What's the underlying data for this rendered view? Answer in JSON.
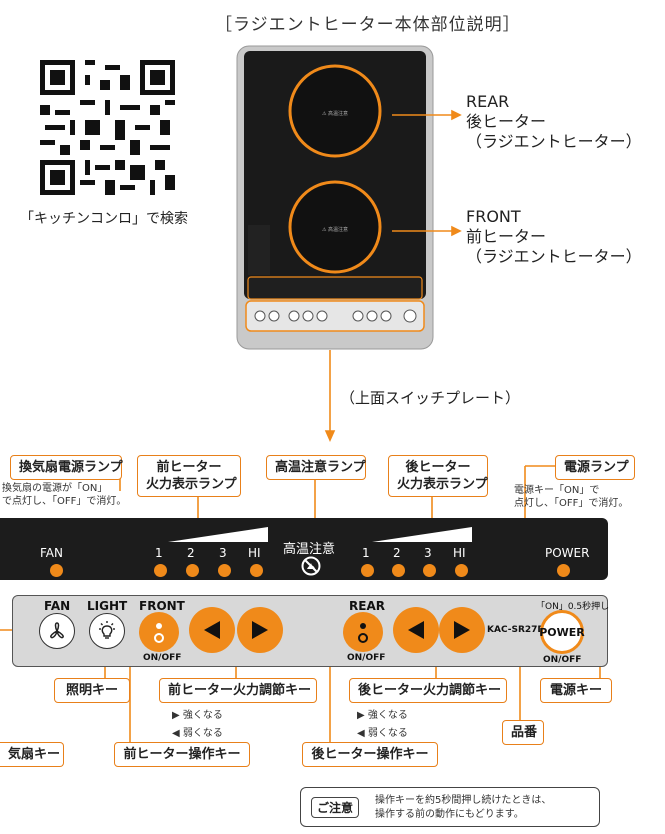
{
  "title": "［ラジエントヒーター本体部位説明］",
  "qr_caption": "「キッチンコンロ」で検索",
  "rear": {
    "en": "REAR",
    "jp": "後ヒーター",
    "type": "（ラジエントヒーター）"
  },
  "front": {
    "en": "FRONT",
    "jp": "前ヒーター",
    "type": "（ラジエントヒーター）"
  },
  "switch_plate_caption": "（上面スイッチプレート）",
  "callouts": {
    "fan_lamp": "換気扇電源ランプ",
    "fan_lamp_note1": "換気扇の電源が「ON」",
    "fan_lamp_note2": "で点灯し、「OFF」で消灯。",
    "front_lamp_1": "前ヒーター",
    "front_lamp_2": "火力表示ランプ",
    "hot_lamp": "高温注意ランプ",
    "rear_lamp_1": "後ヒーター",
    "rear_lamp_2": "火力表示ランプ",
    "power_lamp": "電源ランプ",
    "power_lamp_note1": "電源キー「ON」で",
    "power_lamp_note2": "点灯し、「OFF」で消灯。",
    "light_key": "照明キー",
    "front_power_key": "前ヒーター火力調節キー",
    "rear_power_key": "後ヒーター火力調節キー",
    "power_key": "電源キー",
    "model": "品番",
    "fan_key": "気扇キー",
    "front_op_key": "前ヒーター操作キー",
    "rear_op_key": "後ヒーター操作キー"
  },
  "lamp_panel": {
    "fan": "FAN",
    "hot_label": "高温注意",
    "power": "POWER",
    "levels": [
      "1",
      "2",
      "3",
      "HI"
    ]
  },
  "key_panel": {
    "fan": "FAN",
    "light": "LIGHT",
    "front": "FRONT",
    "rear": "REAR",
    "on_off": "ON/OFF",
    "model": "KAC-SR27DF",
    "power_hint": "「ON」0.5秒押し",
    "power_btn": "POWER"
  },
  "arrow_notes": {
    "stronger": "強くなる",
    "weaker": "弱くなる"
  },
  "caution": {
    "badge": "ご注意",
    "line1": "操作キーを約5秒間押し続けたときは、",
    "line2": "操作する前の動作にもどります。"
  },
  "colors": {
    "accent": "#e8801a",
    "lamp": "#f08a1a",
    "panel": "#1c1c1c"
  }
}
